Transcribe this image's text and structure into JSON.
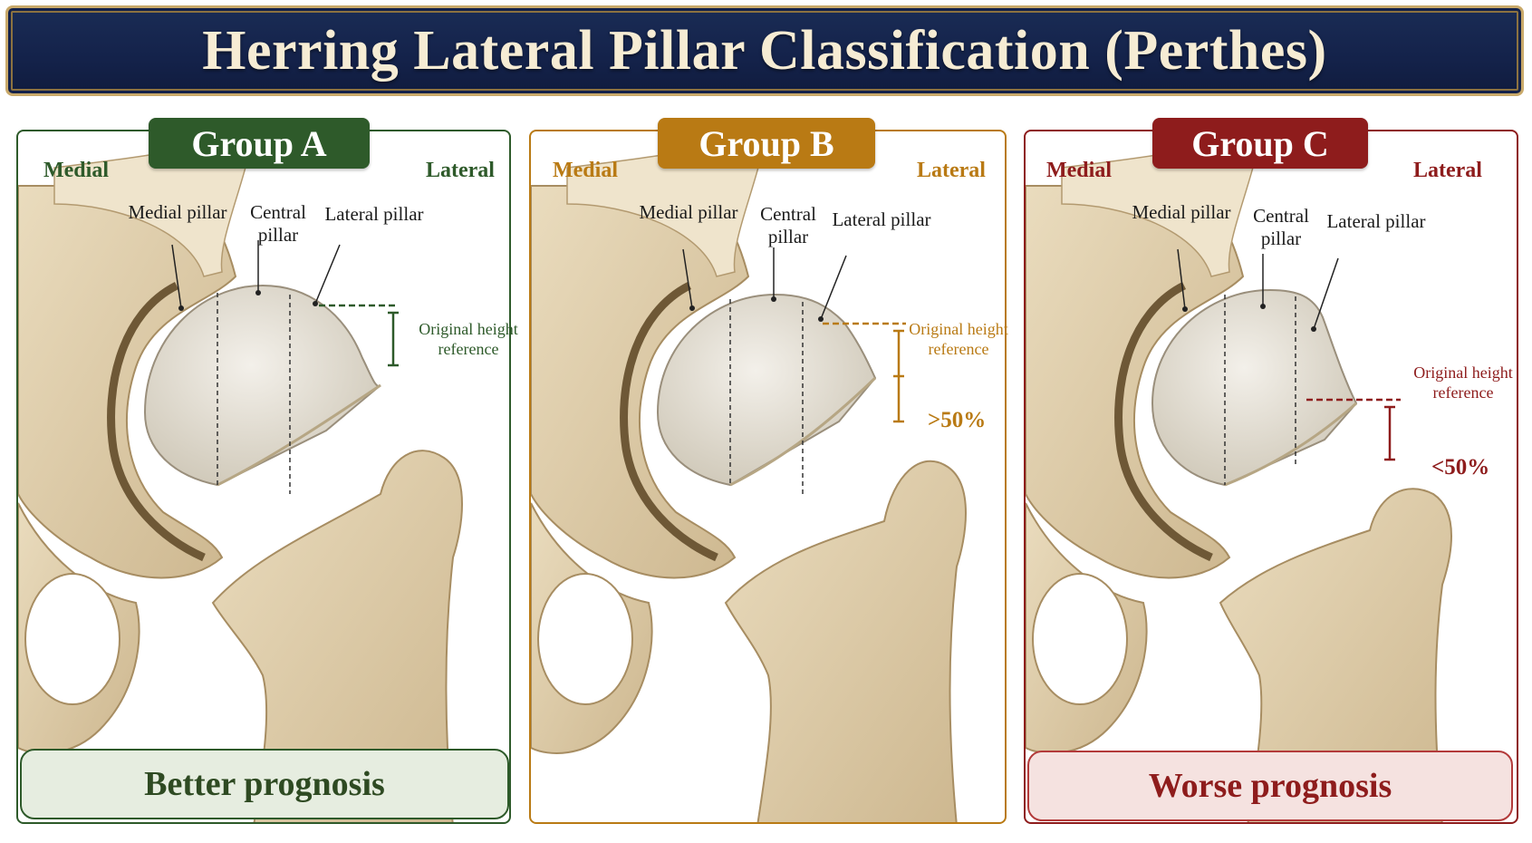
{
  "title": "Herring Lateral Pillar Classification (Perthes)",
  "colors": {
    "navy": "#14224a",
    "gold": "#c9a96a",
    "group_a": "#2e5a2a",
    "group_b": "#b97a14",
    "group_c": "#8e1c1c",
    "bone": "#e3d3b3",
    "femoral_head": "#e6e2d8"
  },
  "labels": {
    "medial": "Medial",
    "lateral": "Lateral",
    "medial_pillar": "Medial pillar",
    "central_pillar": "Central pillar",
    "lateral_pillar": "Lateral pillar",
    "original_height": "Original height reference"
  },
  "groups": [
    {
      "name": "Group A",
      "percent": "",
      "footer": "Better prognosis",
      "lateral_height_preserved": 1.0
    },
    {
      "name": "Group B",
      "percent": ">50%",
      "footer": "",
      "lateral_height_preserved": 0.75
    },
    {
      "name": "Group C",
      "percent": "<50%",
      "footer": "Worse prognosis",
      "lateral_height_preserved": 0.4
    }
  ]
}
